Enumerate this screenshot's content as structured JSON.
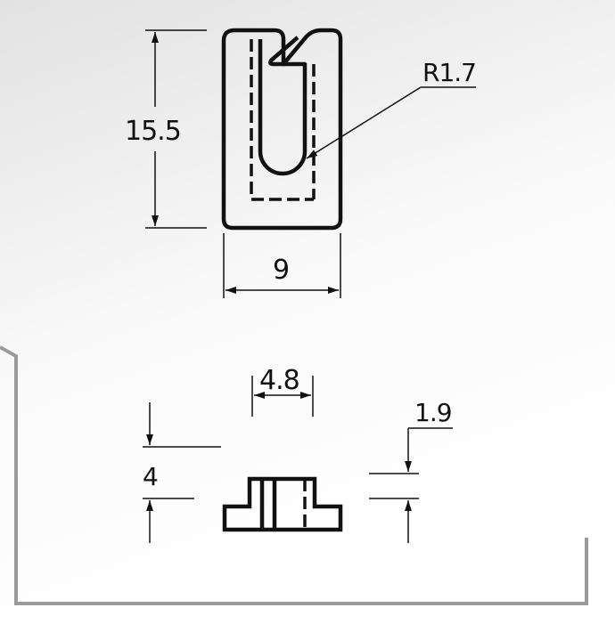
{
  "drawing": {
    "dimensions": {
      "top_height": "15.5",
      "top_width": "9",
      "slot_radius": "R1.7",
      "front_slot_width": "4.8",
      "front_height": "4",
      "front_step": "1.9"
    }
  }
}
